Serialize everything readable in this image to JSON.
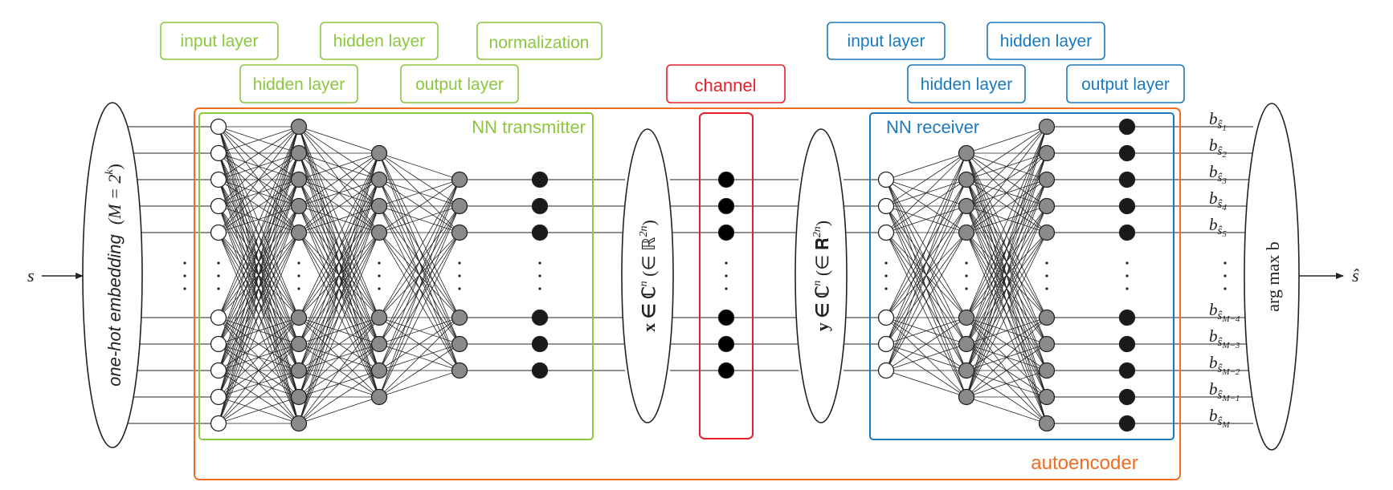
{
  "colors": {
    "transmitter": "#8dc63f",
    "receiver": "#1a7abf",
    "channel": "#e8202a",
    "autoencoder": "#f26c21",
    "hidden_node": "#8a8a8a",
    "output_node": "#1a1a1a",
    "line": "#222222"
  },
  "labels": {
    "tx_input_layer": "input layer",
    "tx_hidden_layer_1": "hidden layer",
    "tx_hidden_layer_2": "hidden layer",
    "tx_output_layer": "output layer",
    "tx_normalization": "normalization",
    "channel": "channel",
    "rx_input_layer": "input layer",
    "rx_hidden_layer_1": "hidden layer",
    "rx_hidden_layer_2": "hidden layer",
    "rx_output_layer": "output layer",
    "nn_transmitter": "NN transmitter",
    "nn_receiver": "NN receiver",
    "autoencoder": "autoencoder"
  },
  "math": {
    "input_symbol": "s",
    "output_symbol": "ŝ",
    "embedding_text": "one-hot embedding",
    "embedding_formula": "(M = 2",
    "embedding_exp": "k",
    "tx_signal": "x ∈ ℂ",
    "tx_signal_exp": "n",
    "tx_signal_paren": " (∈ ℝ",
    "tx_signal_paren_exp": "2n",
    "rx_signal": "y ∈ ℂ",
    "rx_signal_exp": "n",
    "rx_signal_paren": " (∈ 𝐑",
    "rx_signal_paren_exp": "2n",
    "argmax": "arg max b"
  },
  "outputs": [
    {
      "base": "b",
      "sub": "ŝ",
      "idx": "1"
    },
    {
      "base": "b",
      "sub": "ŝ",
      "idx": "2"
    },
    {
      "base": "b",
      "sub": "ŝ",
      "idx": "3"
    },
    {
      "base": "b",
      "sub": "ŝ",
      "idx": "4"
    },
    {
      "base": "b",
      "sub": "ŝ",
      "idx": "5"
    },
    {
      "base": "b",
      "sub": "ŝ",
      "idx": "M−4"
    },
    {
      "base": "b",
      "sub": "ŝ",
      "idx": "M−3"
    },
    {
      "base": "b",
      "sub": "ŝ",
      "idx": "M−2"
    },
    {
      "base": "b",
      "sub": "ŝ",
      "idx": "M−1"
    },
    {
      "base": "b",
      "sub": "ŝ",
      "idx": "M"
    }
  ]
}
